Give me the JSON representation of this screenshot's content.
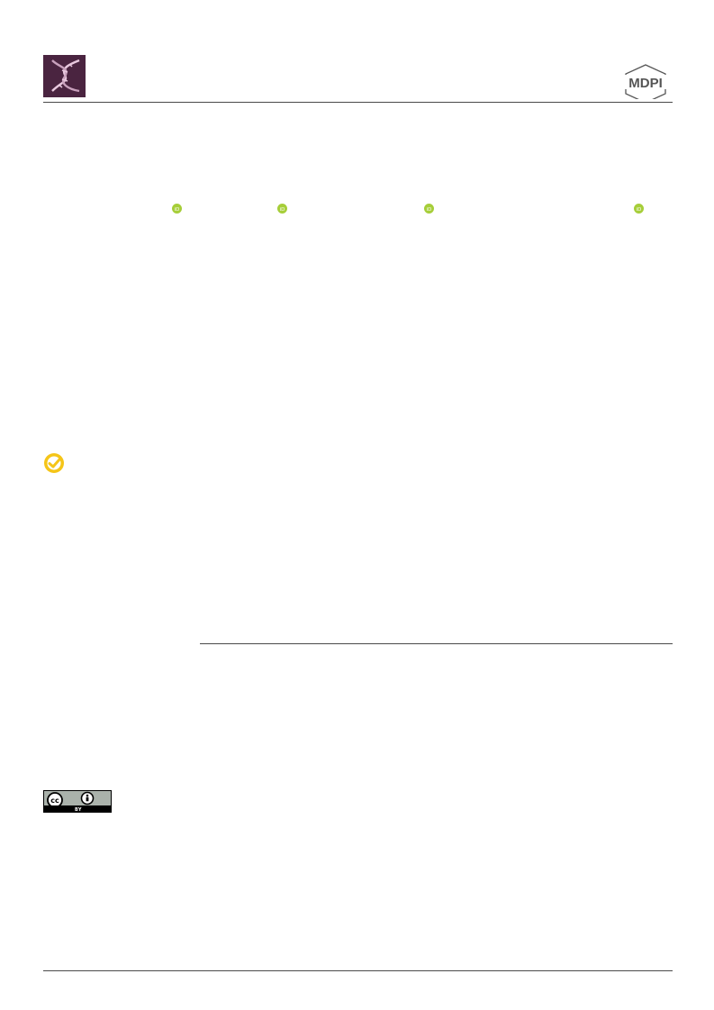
{
  "header": {
    "journal_logo_icon": "dna-helix-icon",
    "journal_logo_color": "#4a2440",
    "publisher_logo_icon": "mdpi-hexagon-logo",
    "publisher_logo_text": "MDPI"
  },
  "authors": {
    "orcid_icon": "orcid-icon",
    "orcid_color": "#a6ce39"
  },
  "updates_badge": {
    "icon": "check-for-updates-icon",
    "color": "#f5c518"
  },
  "license_badge": {
    "icon": "cc-by-icon",
    "text": "BY"
  }
}
